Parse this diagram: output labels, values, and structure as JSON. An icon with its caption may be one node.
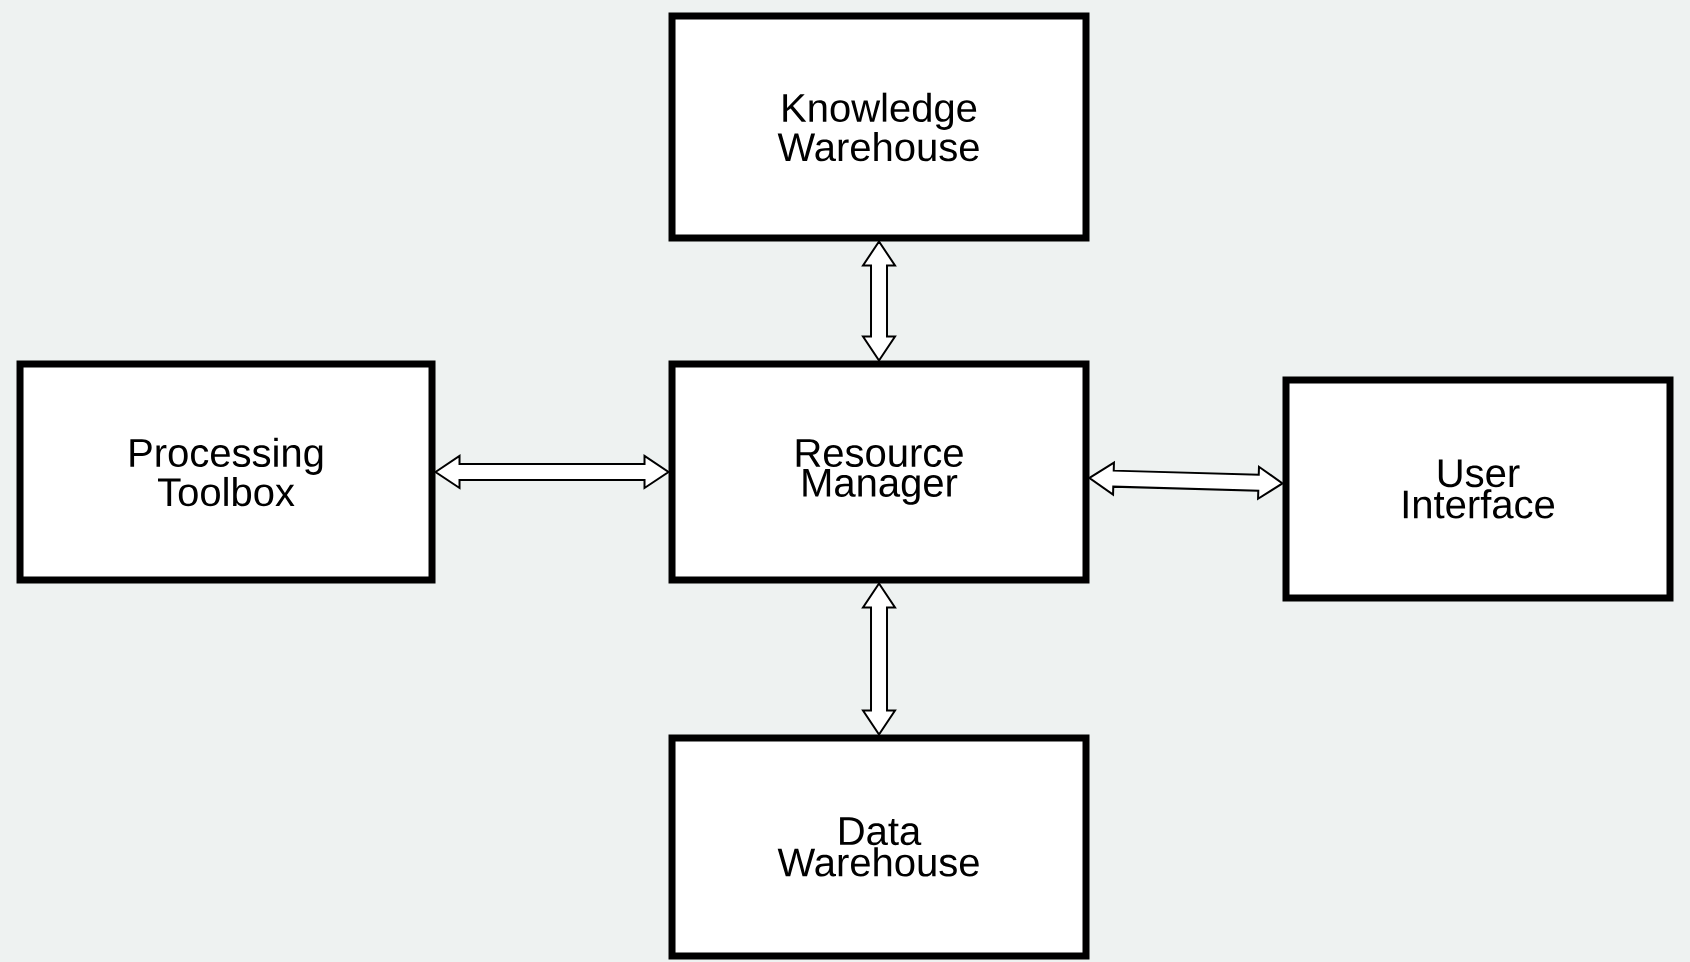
{
  "diagram": {
    "nodes": [
      {
        "text": [
          "Knowledge Warehouse"
        ]
      },
      {
        "text": [
          "Processing Toolbox"
        ]
      },
      {
        "text": [
          "Resource Manager"
        ]
      },
      {
        "text": [
          "User Interface"
        ]
      },
      {
        "text": [
          "Data Warehouse"
        ]
      }
    ],
    "edges": [
      {
        "from": 0,
        "to": 2,
        "arrow": "both"
      },
      {
        "from": 1,
        "to": 2,
        "arrow": "both"
      },
      {
        "from": 2,
        "to": 3,
        "arrow": "both"
      },
      {
        "from": 2,
        "to": 4,
        "arrow": "both"
      }
    ]
  }
}
